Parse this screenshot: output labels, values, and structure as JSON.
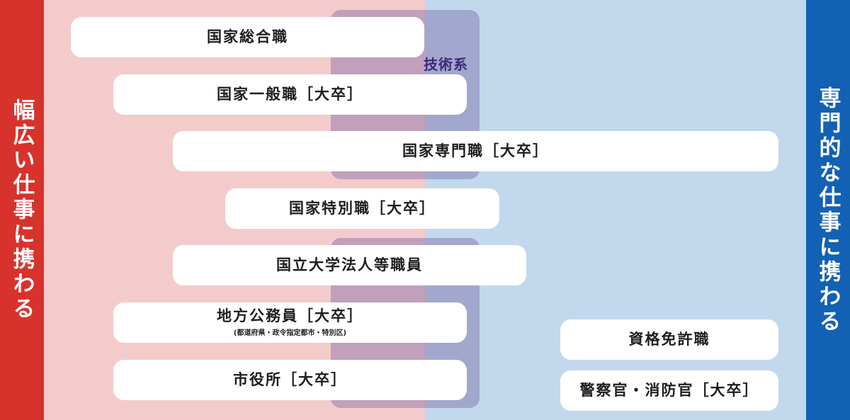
{
  "left_label": "幅広い仕事に携わる",
  "right_label": "専門的な仕事に携わる",
  "tech_label": "技術系",
  "jobs": [
    {
      "label": "国家総合職"
    },
    {
      "label": "国家一般職［大卒］"
    },
    {
      "label": "国家専門職［大卒］"
    },
    {
      "label": "国家特別職［大卒］"
    },
    {
      "label": "国立大学法人等職員"
    },
    {
      "label": "地方公務員［大卒］",
      "note": "(都道府県・政令指定都市・特別区)"
    },
    {
      "label": "市役所［大卒］"
    },
    {
      "label": "資格免許職"
    },
    {
      "label": "警察官・消防官［大卒］"
    }
  ],
  "colors": {
    "left_bar": "#d8322c",
    "right_bar": "#1261b5",
    "left_bg": "#f4cbcb",
    "right_bg": "#c2d8ec",
    "tech_overlay": "#7864a5",
    "tech_text": "#3d2a7a"
  }
}
